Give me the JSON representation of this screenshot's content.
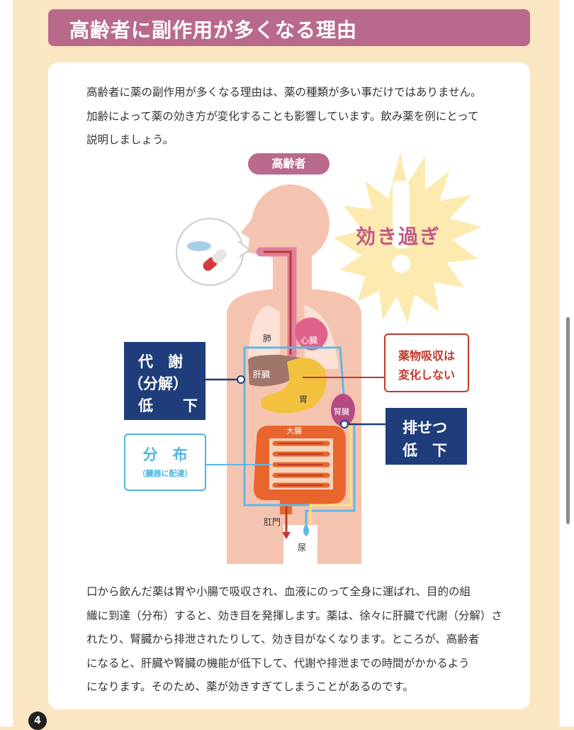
{
  "title": "高齢者に副作用が多くなる理由",
  "intro_lines": [
    "高齢者に薬の副作用が多くなる理由は、薬の種類が多い事だけではありません。",
    "加齢によって薬の効き方が変化することも影響しています。飲み薬を例にとって",
    "説明しましょう。"
  ],
  "diagram": {
    "badge": "高齢者",
    "effect": "効き過ぎ",
    "organs": {
      "lung": "肺",
      "heart": "心臓",
      "liver": "肝臓",
      "stomach": "胃",
      "kidney": "腎臓",
      "large_intestine": "大腸",
      "anus": "肛門",
      "urine": "尿"
    },
    "metabolism_box": {
      "line1": "代　謝",
      "line2": "（分解）",
      "line3": "低　　下"
    },
    "absorption_box": {
      "line1": "薬物吸収は",
      "line2": "変化しない"
    },
    "distribution_box": {
      "line1": "分　布",
      "line2": "（臓器に配達）"
    },
    "excretion_box": {
      "line1": "排せつ",
      "line2": "低　下"
    }
  },
  "outro_lines": [
    "口から飲んだ薬は胃や小腸で吸収され、血液にのって全身に運ばれ、目的の組",
    "織に到達（分布）すると、効き目を発揮します。薬は、徐々に肝臓で代謝（分解）さ",
    "れたり、腎臓から排泄されたりして、効き目がなくなります。ところが、高齢者",
    "になると、肝臓や腎臓の機能が低下して、代謝や排泄までの時間がかかるよう",
    "になります。そのため、薬が効きすぎてしまうことがあるのです。"
  ],
  "page_number": "4",
  "colors": {
    "background": "#fbe6c3",
    "title_bar": "#b96a8c",
    "navy_box": "#1f3d7a",
    "red_box": "#c0392b",
    "blue_box": "#4fb5e0",
    "starburst": "#fdeab0",
    "effect_text": "#c05a85"
  }
}
